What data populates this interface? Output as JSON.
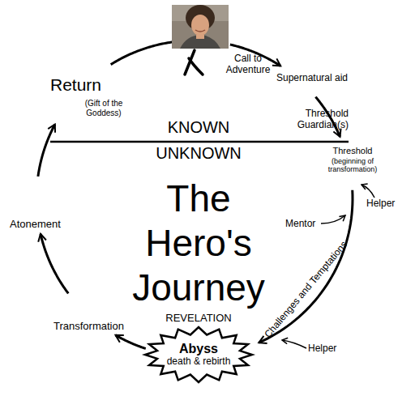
{
  "diagram": {
    "title": "The Hero's Journey",
    "nodes": [
      {
        "text": [
          "Abyss",
          "death & rebirth"
        ]
      }
    ],
    "labels": [
      "Call to Adventure",
      "Supernatural aid",
      "Threshold Guardian(s)",
      "KNOWN",
      "UNKNOWN",
      "Threshold",
      "(beginning of transformation)",
      "Helper",
      "Mentor",
      "Challenges and Temptations",
      "Helper",
      "REVELATION",
      "Transformation",
      "Atonement",
      "Return",
      "(Gift of the Goddess)"
    ]
  }
}
